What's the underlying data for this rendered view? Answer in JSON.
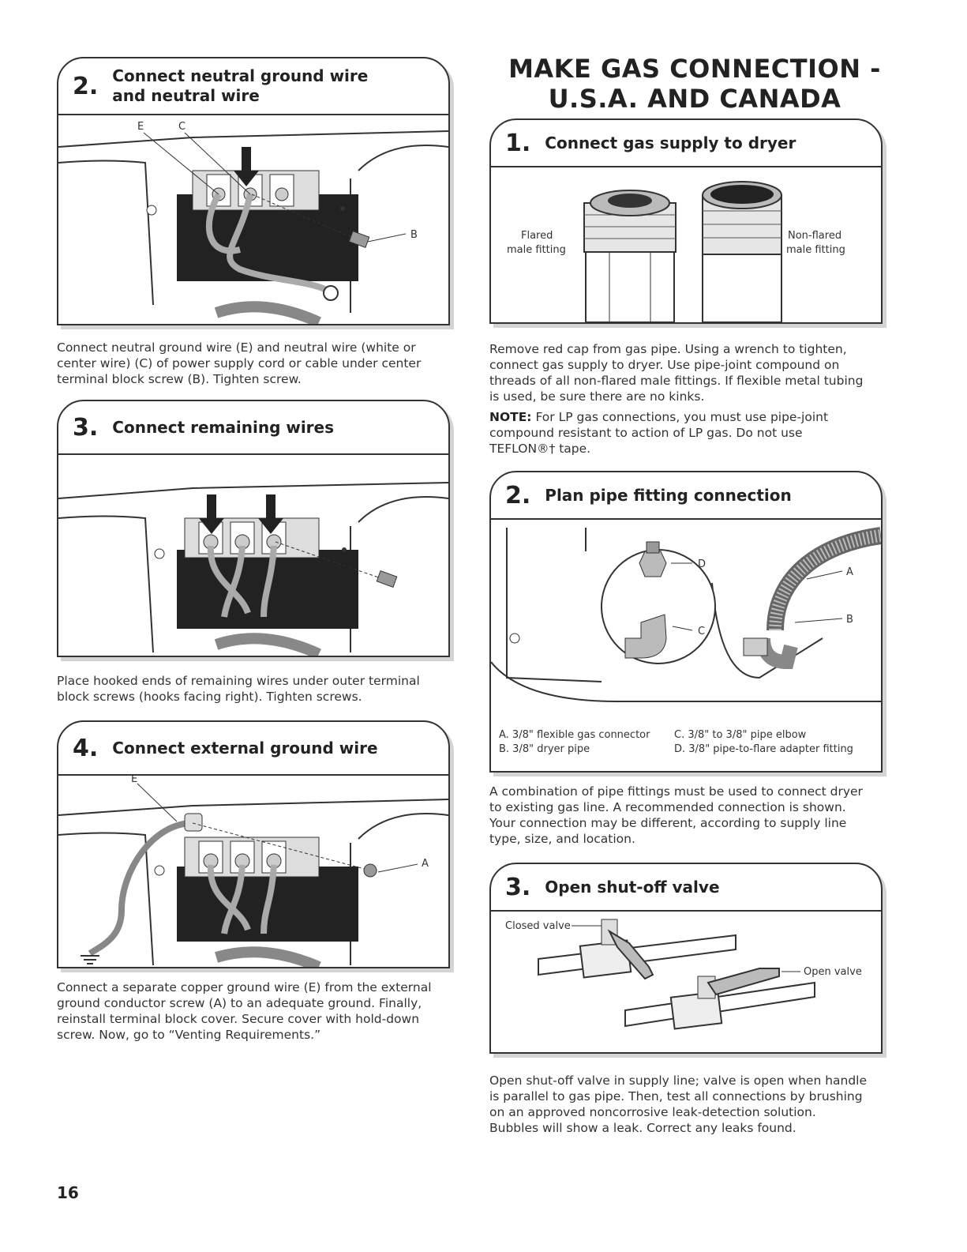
{
  "left": {
    "step2": {
      "number": "2.",
      "title_line1": "Connect neutral ground wire",
      "title_line2": "and neutral wire",
      "labels": {
        "e": "E",
        "c": "C",
        "b": "B"
      },
      "text": "Connect neutral ground wire (E) and neutral wire (white or center wire) (C) of power supply cord or cable under center terminal block screw (B). Tighten screw."
    },
    "step3": {
      "number": "3.",
      "title": "Connect remaining wires",
      "text": "Place hooked ends of remaining wires under outer terminal block screws (hooks facing right). Tighten screws."
    },
    "step4": {
      "number": "4.",
      "title": "Connect external ground wire",
      "labels": {
        "e": "E",
        "a": "A"
      },
      "text": "Connect a separate copper ground wire (E) from the external ground conductor screw (A) to an adequate ground. Finally, reinstall terminal block cover. Secure cover with hold-down screw. Now, go to “Venting Requirements.”"
    }
  },
  "right": {
    "heading_line1": "MAKE GAS CONNECTION -",
    "heading_line2": "U.S.A. AND CANADA",
    "step1": {
      "number": "1.",
      "title": "Connect gas supply to dryer",
      "label_flared_1": "Flared",
      "label_flared_2": "male fitting",
      "label_nonflared_1": "Non-flared",
      "label_nonflared_2": "male fitting",
      "text": "Remove red cap from gas pipe. Using a wrench to tighten, connect gas supply to dryer. Use pipe-joint compound on threads of all non-flared male fittings. If flexible metal tubing is used, be sure there are no kinks.",
      "note_label": "NOTE:",
      "note_text": " For LP gas connections, you must use pipe-joint compound resistant to action of LP gas. Do not use TEFLON®† tape."
    },
    "step2": {
      "number": "2.",
      "title": "Plan pipe fitting connection",
      "labels": {
        "a": "A",
        "b": "B",
        "c": "C",
        "d": "D"
      },
      "legend_a": "A. 3/8\" flexible gas connector",
      "legend_b": "B. 3/8\" dryer pipe",
      "legend_c": "C. 3/8\" to 3/8\" pipe elbow",
      "legend_d": "D. 3/8\" pipe-to-flare adapter fitting",
      "text": "A combination of pipe fittings must be used to connect dryer to existing gas line. A recommended connection is shown. Your connection may be different, according to supply line type, size, and location."
    },
    "step3": {
      "number": "3.",
      "title": "Open shut-off valve",
      "label_closed": "Closed valve",
      "label_open": "Open valve",
      "text": "Open shut-off valve in supply line; valve is open when handle is parallel to gas pipe. Then, test all connections by brushing on an approved noncorrosive leak-detection solution. Bubbles will show a leak. Correct any leaks found."
    }
  },
  "page_number": "16"
}
